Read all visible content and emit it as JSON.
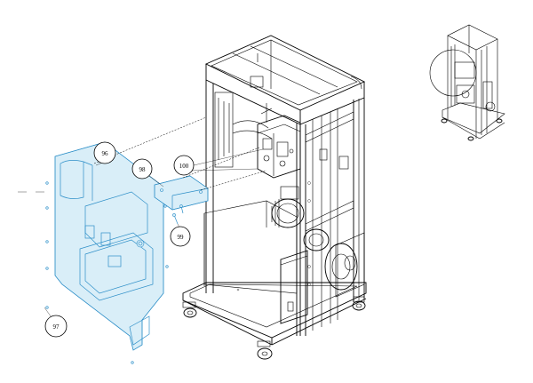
{
  "callouts": {
    "c96": "96",
    "c97": "97",
    "c98": "98",
    "c99": "99",
    "c100": "100"
  },
  "colors": {
    "exploded_part": "#2e8fc8",
    "outline": "#000000",
    "background": "#ffffff"
  }
}
